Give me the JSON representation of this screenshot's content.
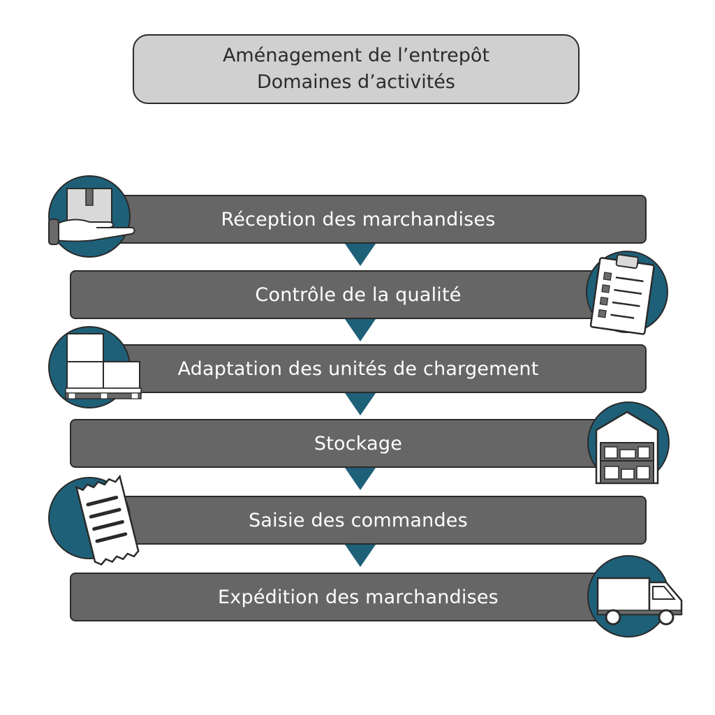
{
  "title": {
    "line1": "Aménagement de l’entrepôt",
    "line2": "Domaines d’activités"
  },
  "steps": [
    {
      "label": "Réception des marchandises",
      "icon": "hand-package-icon"
    },
    {
      "label": "Contrôle de la qualité",
      "icon": "clipboard-checklist-icon"
    },
    {
      "label": "Adaptation des unités de chargement",
      "icon": "pallet-boxes-icon"
    },
    {
      "label": "Stockage",
      "icon": "warehouse-icon"
    },
    {
      "label": "Saisie des commandes",
      "icon": "receipt-icon"
    },
    {
      "label": "Expédition des marchandises",
      "icon": "delivery-van-icon"
    }
  ],
  "colors": {
    "bar": "#666666",
    "accent": "#1f6079",
    "outline": "#2a2a2a",
    "title_bg": "#d0d0d0"
  }
}
